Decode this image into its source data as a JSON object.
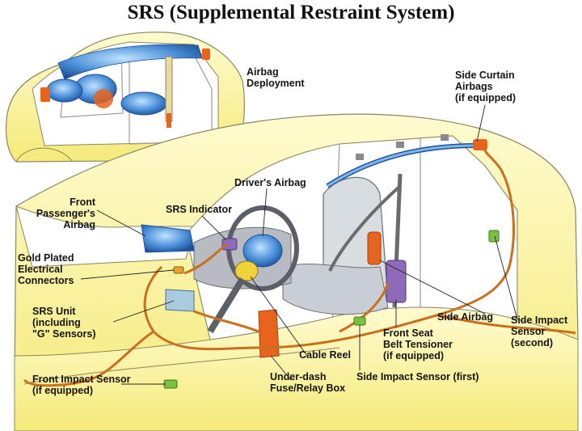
{
  "title": "SRS (Supplemental Restraint System)",
  "labels": {
    "airbag_deployment": [
      "Airbag",
      "Deployment"
    ],
    "side_curtain": [
      "Side Curtain",
      "Airbags",
      "(if equipped)"
    ],
    "drivers_airbag": "Driver's Airbag",
    "front_passenger": [
      "Front",
      "Passenger's",
      "Airbag"
    ],
    "srs_indicator": "SRS Indicator",
    "gold_plated": [
      "Gold Plated",
      "Electrical",
      "Connectors"
    ],
    "srs_unit": [
      "SRS Unit",
      "(including",
      "\"G\" Sensors)"
    ],
    "side_airbag": "Side Airbag",
    "side_impact_second": [
      "Side Impact",
      "Sensor",
      "(second)"
    ],
    "front_seat_tensioner": [
      "Front Seat",
      "Belt Tensioner",
      "(if equipped)"
    ],
    "cable_reel": "Cable Reel",
    "front_impact_sensor": [
      "Front Impact Sensor",
      "(if equipped)"
    ],
    "under_dash": [
      "Under-dash",
      "Fuse/Relay Box"
    ],
    "side_impact_first": "Side Impact Sensor (first)"
  },
  "colors": {
    "body_yellow": "#fdf6a8",
    "outline": "#6b6b50",
    "airbag_blue": "#4a8fd8",
    "wire_orange": "#c8701e",
    "connector_orange": "#e8641c",
    "sensor_green": "#7bc043",
    "module_purple": "#8e6bb8"
  }
}
